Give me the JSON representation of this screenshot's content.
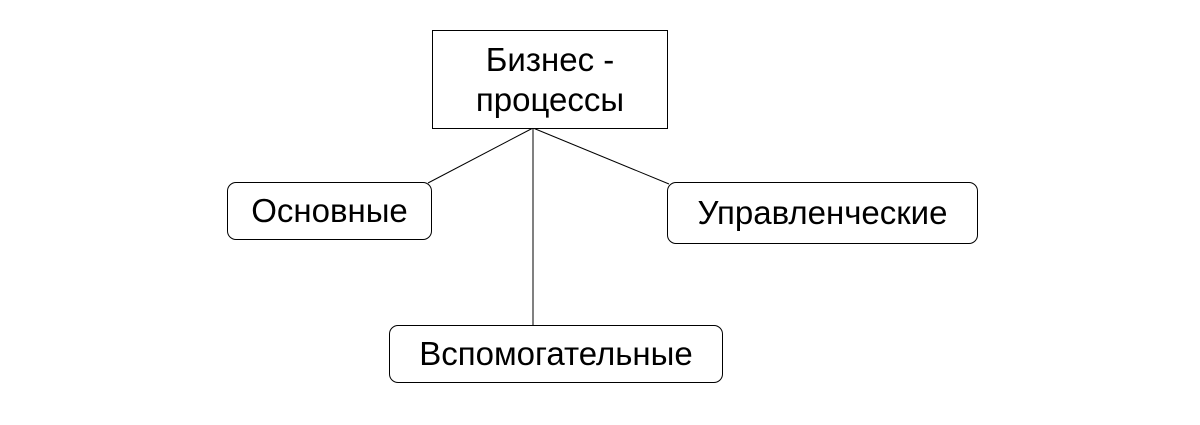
{
  "diagram": {
    "root": {
      "line1": "Бизнес -",
      "line2": "процессы"
    },
    "children": [
      {
        "label": "Основные"
      },
      {
        "label": "Управленческие"
      },
      {
        "label": "Вспомогательные"
      }
    ]
  }
}
